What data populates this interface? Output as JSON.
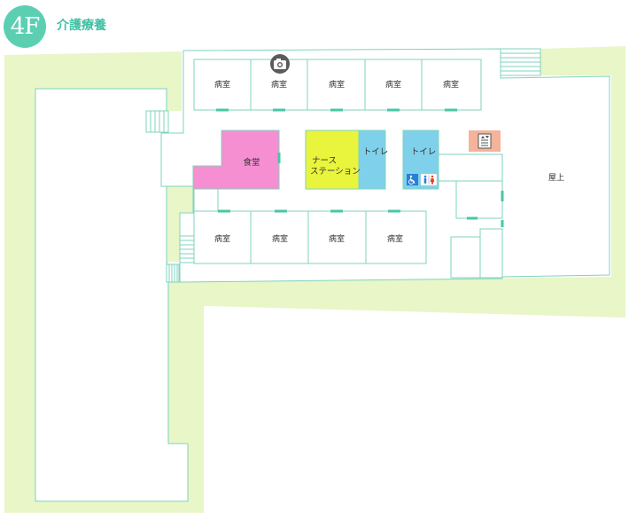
{
  "header": {
    "floor_badge": "4F",
    "title": "介護療養"
  },
  "rooms": {
    "room_top_1": "病室",
    "room_top_2": "病室",
    "room_top_3": "病室",
    "room_top_4": "病室",
    "room_top_5": "病室",
    "dining": "食堂",
    "nurse_station_line1": "ナース",
    "nurse_station_line2": "ステーション",
    "toilet_1": "トイレ",
    "toilet_2": "トイレ",
    "room_bottom_1": "病室",
    "room_bottom_2": "病室",
    "room_bottom_3": "病室",
    "room_bottom_4": "病室",
    "rooftop": "屋上"
  },
  "colors": {
    "outdoor_area": "#e8f6c8",
    "wall_line": "#7fd3bd",
    "door_mark": "#48c7a6",
    "dining": "#f58fd1",
    "nurse_station": "#e9f43c",
    "toilet": "#7fd0ea",
    "elevator": "#f4b39a",
    "accent": "#5ccfb3",
    "camera_icon": "#5b5b5b"
  },
  "icons": [
    "camera-icon",
    "wheelchair-icon",
    "restroom-icon",
    "elevator-icon"
  ]
}
